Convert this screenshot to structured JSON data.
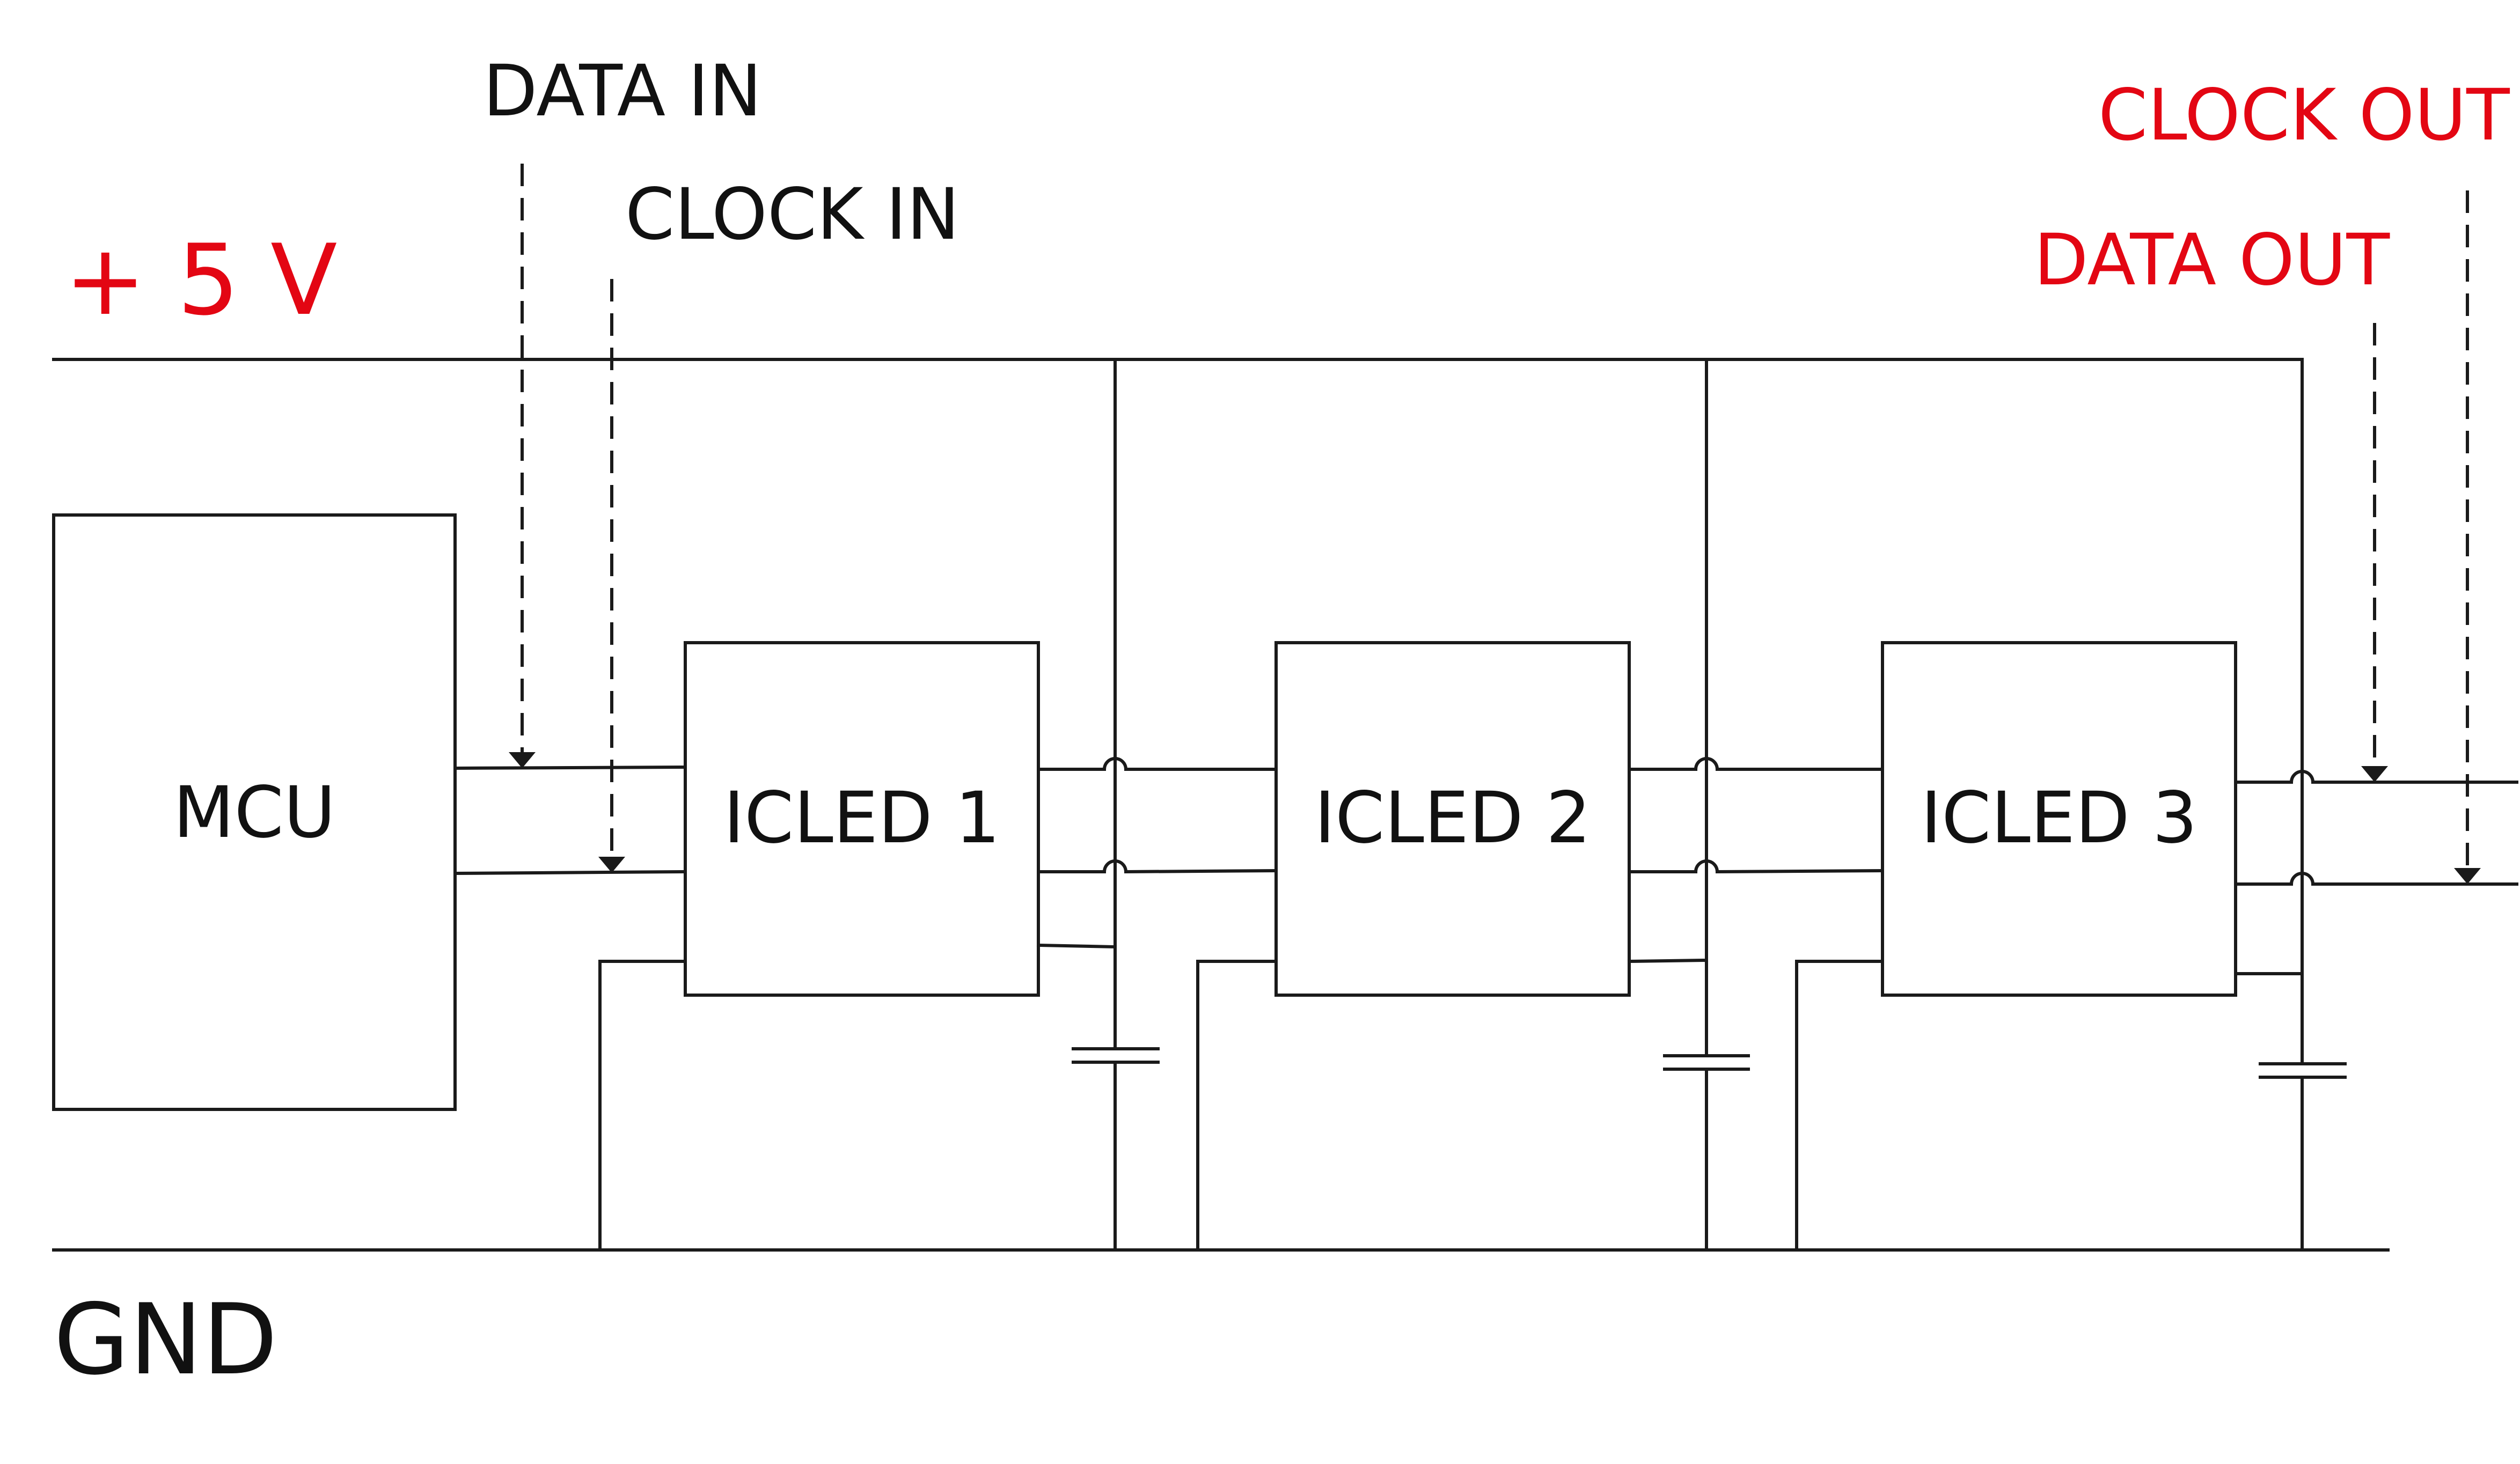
{
  "rails": {
    "supply_label": "+ 5 V",
    "ground_label": "GND"
  },
  "signals": {
    "data_in": "DATA IN",
    "clock_in": "CLOCK IN",
    "data_out": "DATA OUT",
    "clock_out": "CLOCK OUT"
  },
  "blocks": {
    "mcu": "MCU",
    "icled_1": "ICLED 1",
    "icled_2": "ICLED 2",
    "icled_3": "ICLED 3"
  },
  "colors": {
    "line": "#1a1a1a",
    "text": "#111111",
    "accent": "#e30613"
  }
}
